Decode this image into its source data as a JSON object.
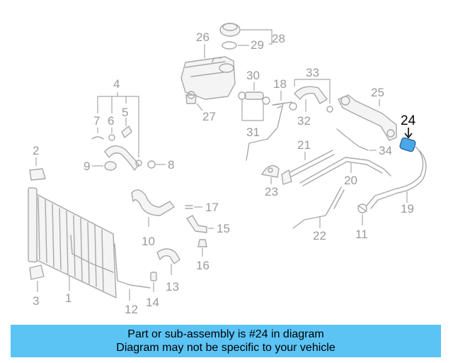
{
  "diagram": {
    "labels": {
      "n1": "1",
      "n2": "2",
      "n3": "3",
      "n4": "4",
      "n5": "5",
      "n6": "6",
      "n7": "7",
      "n8": "8",
      "n9": "9",
      "n10": "10",
      "n11": "11",
      "n12": "12",
      "n13": "13",
      "n14": "14",
      "n15": "15",
      "n16": "16",
      "n17": "17",
      "n18": "18",
      "n19": "19",
      "n20": "20",
      "n21": "21",
      "n22": "22",
      "n23": "23",
      "n24": "24",
      "n25": "25",
      "n26": "26",
      "n27": "27",
      "n28": "28",
      "n29": "29",
      "n30": "30",
      "n31": "31",
      "n32": "32",
      "n33": "33",
      "n34": "34"
    },
    "highlighted_part": "24",
    "highlight_color": "#4aa8e8",
    "line_color": "#a8a8a8"
  },
  "banner": {
    "line1": "Part or sub-assembly is #24 in diagram",
    "line2": "Diagram may not be specific to your vehicle",
    "background": "#5cc3f5"
  }
}
